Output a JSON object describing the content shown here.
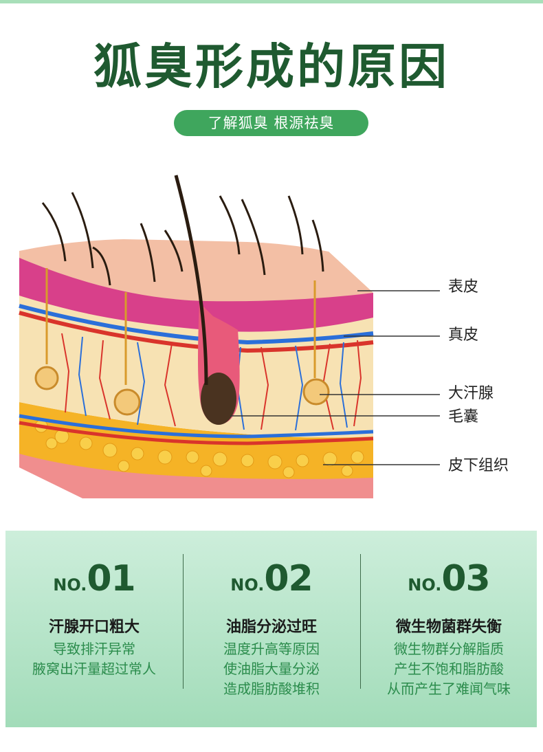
{
  "header": {
    "title": "狐臭形成的原因",
    "subtitle": "了解狐臭 根源祛臭"
  },
  "diagram": {
    "labels": [
      "表皮",
      "真皮",
      "大汗腺",
      "毛囊",
      "皮下组织"
    ]
  },
  "causes": [
    {
      "no": "NO.",
      "number": "01",
      "title": "汗腺开口粗大",
      "lines": [
        "导致排汗异常",
        "腋窝出汗量超过常人"
      ]
    },
    {
      "no": "NO.",
      "number": "02",
      "title": "油脂分泌过旺",
      "lines": [
        "温度升高等原因",
        "使油脂大量分泌",
        "造成脂肪酸堆积"
      ]
    },
    {
      "no": "NO.",
      "number": "03",
      "title": "微生物菌群失衡",
      "lines": [
        "微生物群分解脂质",
        "产生不饱和脂肪酸",
        "从而产生了难闻气味"
      ]
    }
  ]
}
